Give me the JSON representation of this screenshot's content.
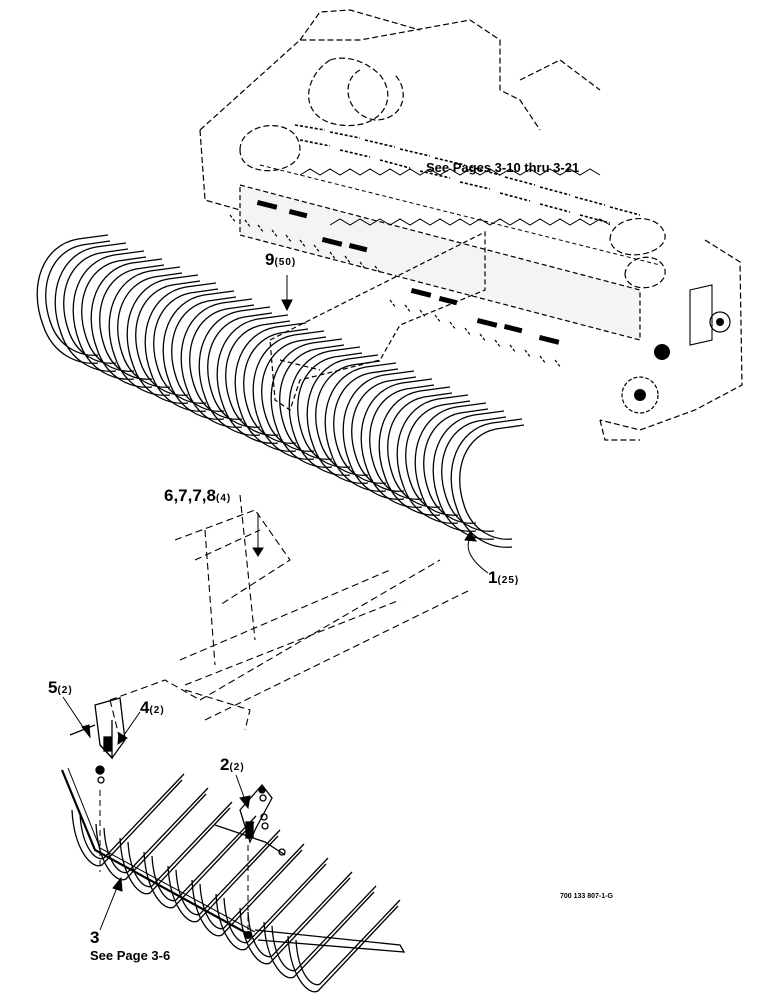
{
  "notes": {
    "top_ref": "See Pages 3-10 thru 3-21",
    "bottom_ref": "See Page 3-6",
    "drawing_code": "700 133 807-1-G"
  },
  "callouts": {
    "c1": {
      "num": "1",
      "qty": "(25)"
    },
    "c2": {
      "num": "2",
      "qty": "(2)"
    },
    "c3": {
      "num": "3"
    },
    "c4": {
      "num": "4",
      "qty": "(2)"
    },
    "c5": {
      "num": "5",
      "qty": "(2)"
    },
    "c678": {
      "num": "6,7,7,8",
      "qty": "(4)"
    },
    "c9": {
      "num": "9",
      "qty": "(50)"
    }
  }
}
